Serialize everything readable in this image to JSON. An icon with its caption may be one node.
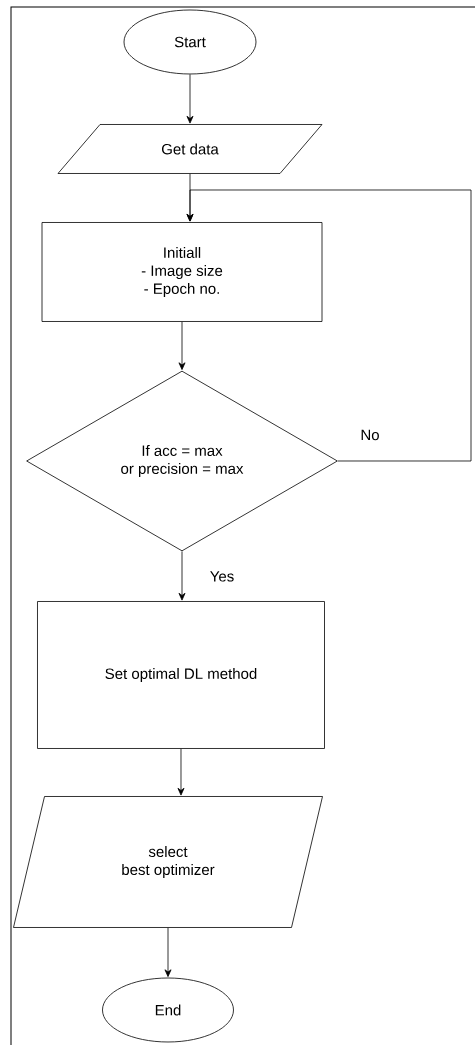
{
  "diagram": {
    "nodes": [
      {
        "text": [
          "Start"
        ]
      },
      {
        "text": [
          "Get data"
        ]
      },
      {
        "text": [
          "Initiall",
          "- Image size",
          "- Epoch no."
        ]
      },
      {
        "text": [
          "If acc = max",
          "or precision = max"
        ]
      },
      {
        "text": [
          "Set optimal DL method"
        ]
      },
      {
        "text": [
          "select",
          "best optimizer"
        ]
      },
      {
        "text": [
          "End"
        ]
      }
    ],
    "edges": [
      {
        "from": 0,
        "to": 1,
        "arrow": "to"
      },
      {
        "from": 1,
        "to": 2,
        "arrow": "to"
      },
      {
        "from": 2,
        "to": 3,
        "arrow": "to"
      },
      {
        "from": 3,
        "to": 4,
        "arrow": "to",
        "label": "Yes"
      },
      {
        "from": 4,
        "to": 5,
        "arrow": "to"
      },
      {
        "from": 5,
        "to": 6,
        "arrow": "to"
      },
      {
        "from": 3,
        "to": 2,
        "arrow": "to",
        "label": "No"
      }
    ]
  }
}
